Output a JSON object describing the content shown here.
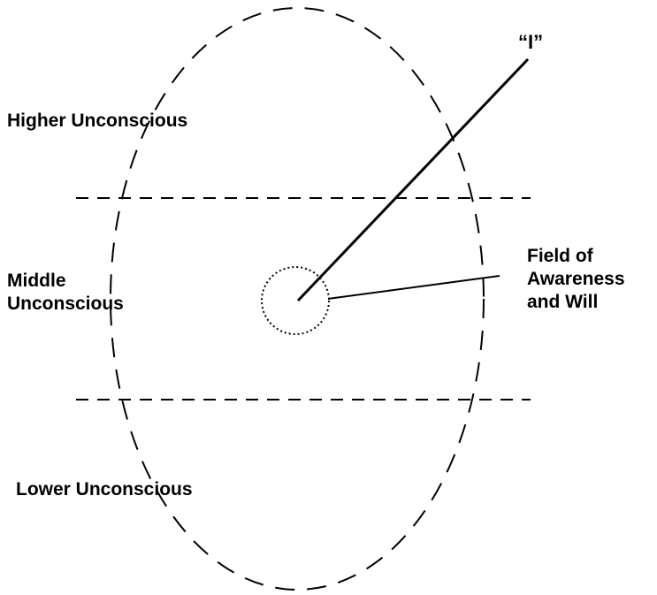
{
  "diagram": {
    "levels": {
      "higher": "Higher Unconscious",
      "middle": [
        "Middle",
        "Unconscious"
      ],
      "lower": "Lower Unconscious"
    },
    "self_label": "“I”",
    "field_label": [
      "Field of",
      "Awareness",
      "and Will"
    ],
    "colors": {
      "stroke": "#000000",
      "text": "#000000",
      "background": "#ffffff"
    }
  }
}
